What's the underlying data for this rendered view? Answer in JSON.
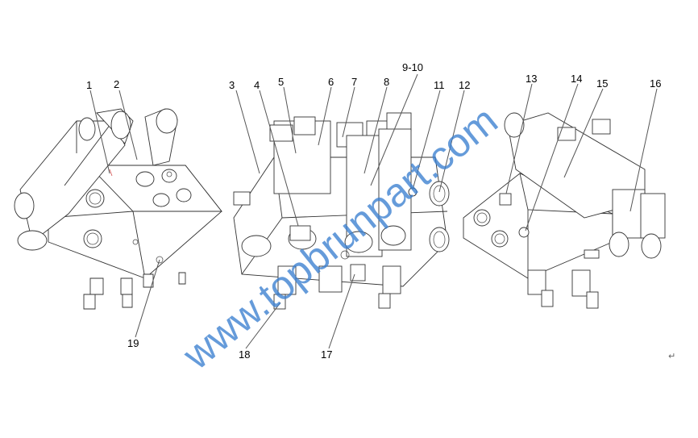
{
  "callouts": [
    {
      "id": "c1",
      "text": "1"
    },
    {
      "id": "c2",
      "text": "2"
    },
    {
      "id": "c3",
      "text": "3"
    },
    {
      "id": "c4",
      "text": "4"
    },
    {
      "id": "c5",
      "text": "5"
    },
    {
      "id": "c6",
      "text": "6"
    },
    {
      "id": "c7",
      "text": "7"
    },
    {
      "id": "c8",
      "text": "8"
    },
    {
      "id": "c9",
      "text": "9-10"
    },
    {
      "id": "c11",
      "text": "11"
    },
    {
      "id": "c12",
      "text": "12"
    },
    {
      "id": "c13",
      "text": "13"
    },
    {
      "id": "c14",
      "text": "14"
    },
    {
      "id": "c15",
      "text": "15"
    },
    {
      "id": "c16",
      "text": "16"
    },
    {
      "id": "c17",
      "text": "17"
    },
    {
      "id": "c18",
      "text": "18"
    },
    {
      "id": "c19",
      "text": "19"
    }
  ],
  "watermark": "www.topbrunpart.com",
  "watermark_color": "#3a7fd0",
  "leader_color": "#d24a4a",
  "return_mark": "↵"
}
